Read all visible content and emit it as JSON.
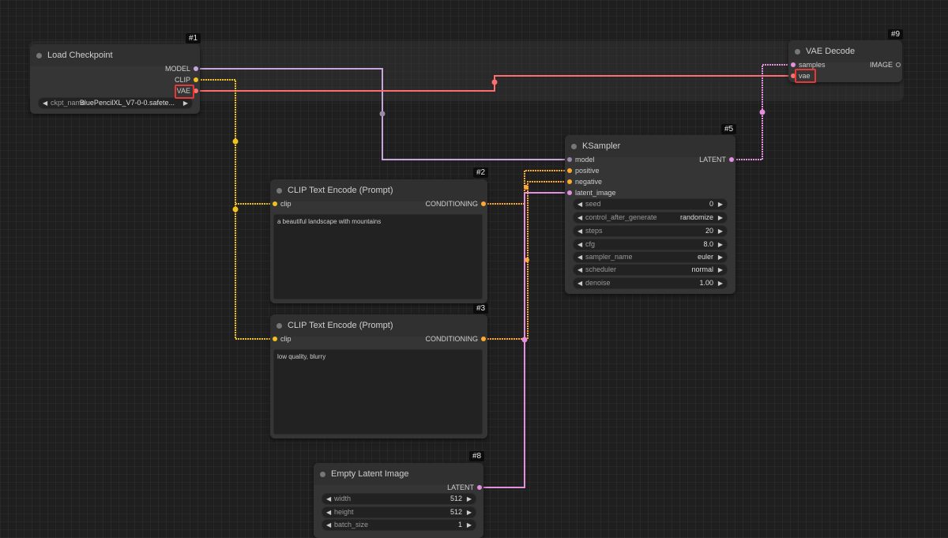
{
  "colors": {
    "model": "#c7a6dc",
    "clip": "#f0c11f",
    "vae": "#ff6e6e",
    "latent": "#e58fe0",
    "conditioning": "#ffa931",
    "image": "#9ccbe3",
    "highlight": "#e53939"
  },
  "nodes": {
    "load_checkpoint": {
      "id": "#1",
      "title": "Load Checkpoint",
      "outputs": {
        "model": "MODEL",
        "clip": "CLIP",
        "vae": "VAE"
      },
      "widget": {
        "label": "ckpt_name",
        "value": "BluePencilXL_V7-0-0.safete..."
      }
    },
    "vae_decode": {
      "id": "#9",
      "title": "VAE Decode",
      "inputs": {
        "samples": "samples",
        "vae": "vae"
      },
      "outputs": {
        "image": "IMAGE"
      }
    },
    "ksampler": {
      "id": "#5",
      "title": "KSampler",
      "inputs": {
        "model": "model",
        "positive": "positive",
        "negative": "negative",
        "latent_image": "latent_image"
      },
      "outputs": {
        "latent": "LATENT"
      },
      "widgets": [
        {
          "label": "seed",
          "value": "0"
        },
        {
          "label": "control_after_generate",
          "value": "randomize"
        },
        {
          "label": "steps",
          "value": "20"
        },
        {
          "label": "cfg",
          "value": "8.0"
        },
        {
          "label": "sampler_name",
          "value": "euler"
        },
        {
          "label": "scheduler",
          "value": "normal"
        },
        {
          "label": "denoise",
          "value": "1.00"
        }
      ]
    },
    "clip_positive": {
      "id": "#2",
      "title": "CLIP Text Encode (Prompt)",
      "inputs": {
        "clip": "clip"
      },
      "outputs": {
        "conditioning": "CONDITIONING"
      },
      "text": "a beautiful landscape with mountains"
    },
    "clip_negative": {
      "id": "#3",
      "title": "CLIP Text Encode (Prompt)",
      "inputs": {
        "clip": "clip"
      },
      "outputs": {
        "conditioning": "CONDITIONING"
      },
      "text": "low quality, blurry"
    },
    "empty_latent": {
      "id": "#8",
      "title": "Empty Latent Image",
      "outputs": {
        "latent": "LATENT"
      },
      "widgets": [
        {
          "label": "width",
          "value": "512"
        },
        {
          "label": "height",
          "value": "512"
        },
        {
          "label": "batch_size",
          "value": "1"
        }
      ]
    }
  },
  "icons": {
    "arrow_left": "◀",
    "arrow_right": "▶"
  }
}
